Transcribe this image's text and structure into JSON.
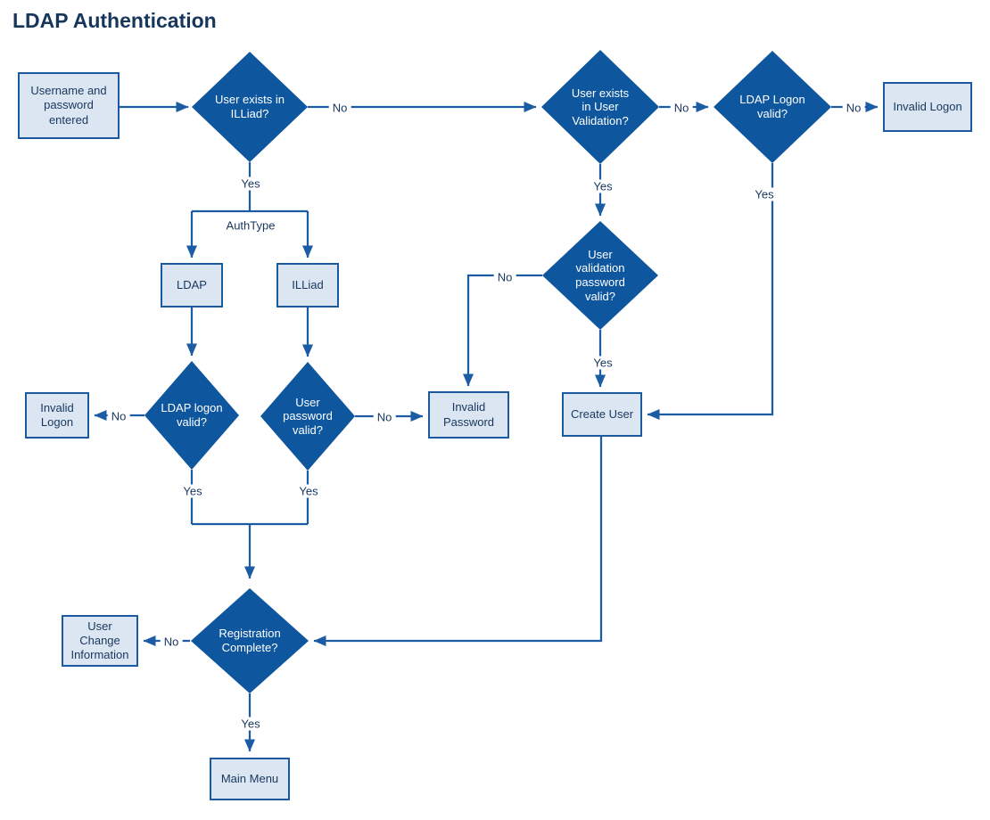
{
  "title": "LDAP Authentication",
  "colors": {
    "line": "#1c5ca4",
    "diamond_fill": "#0e569e",
    "box_fill": "#dce6f2",
    "box_border": "#1a5a9e",
    "text_dark": "#17375e",
    "title": "#16365c",
    "diamond_text": "#ffffff",
    "background": "#ffffff"
  },
  "labels": {
    "yes": "Yes",
    "no": "No",
    "authtype": "AuthType"
  },
  "nodes": {
    "start": {
      "label": "Username and password entered",
      "type": "process"
    },
    "user_exists_illiad": {
      "label": "User exists in ILLiad?",
      "type": "decision"
    },
    "user_exists_user_validation": {
      "label": "User exists in User Validation?",
      "type": "decision"
    },
    "ldap_logon_valid_top": {
      "label": "LDAP Logon valid?",
      "type": "decision"
    },
    "invalid_logon_right": {
      "label": "Invalid Logon",
      "type": "process"
    },
    "authtype_ldap": {
      "label": "LDAP",
      "type": "process"
    },
    "authtype_illiad": {
      "label": "ILLiad",
      "type": "process"
    },
    "ldap_logon_valid_mid": {
      "label": "LDAP logon valid?",
      "type": "decision"
    },
    "user_password_valid": {
      "label": "User password valid?",
      "type": "decision"
    },
    "invalid_logon_left": {
      "label": "Invalid Logon",
      "type": "process"
    },
    "invalid_password": {
      "label": "Invalid Password",
      "type": "process"
    },
    "user_validation_password_valid": {
      "label": "User validation password valid?",
      "type": "decision"
    },
    "create_user": {
      "label": "Create User",
      "type": "process"
    },
    "registration_complete": {
      "label": "Registration Complete?",
      "type": "decision"
    },
    "user_change_information": {
      "label": "User Change Information",
      "type": "process"
    },
    "main_menu": {
      "label": "Main Menu",
      "type": "process"
    }
  }
}
